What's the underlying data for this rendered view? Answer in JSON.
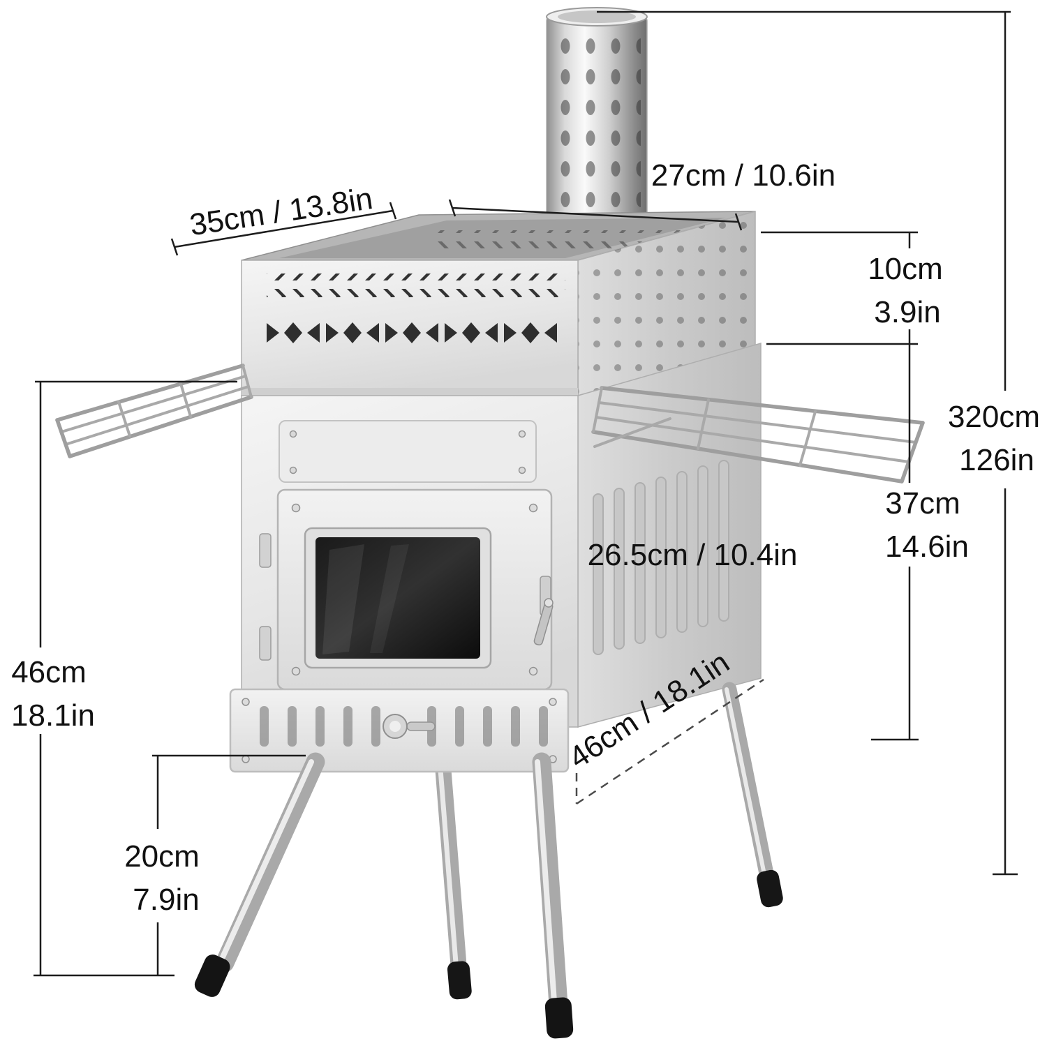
{
  "diagram": {
    "title": "camping wood stove dimension diagram",
    "accent_color": "#111111",
    "steel_color": "#d9d9d9"
  },
  "labels": {
    "top_width": "35cm / 13.8in",
    "top_depth": "27cm / 10.6in",
    "windscreen_h_cm": "10cm",
    "windscreen_h_in": "3.9in",
    "total_h_cm": "320cm",
    "total_h_in": "126in",
    "body_h_cm": "37cm",
    "body_h_in": "14.6in",
    "door_width": "26.5cm / 10.4in",
    "base_depth": "46cm / 18.1in",
    "stove_h_cm": "46cm",
    "stove_h_in": "18.1in",
    "leg_h_cm": "20cm",
    "leg_h_in": "7.9in"
  }
}
